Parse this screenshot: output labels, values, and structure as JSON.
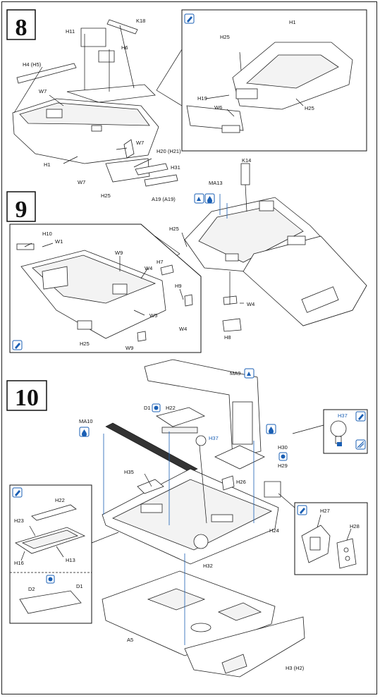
{
  "steps": [
    {
      "number": "8"
    },
    {
      "number": "9"
    },
    {
      "number": "10"
    }
  ],
  "step8": {
    "parts": [
      "H11",
      "K18",
      "H6",
      "H4 (H5)",
      "W7",
      "W7",
      "W7",
      "H1",
      "H20 (H21)",
      "H31",
      "H25",
      "A19 (A19)"
    ],
    "inset_parts": [
      "H1",
      "H25",
      "H19",
      "W6",
      "H25"
    ]
  },
  "step9": {
    "parts": [
      "K14",
      "MA13",
      "H25",
      "W4",
      "H8"
    ],
    "inset_parts": [
      "H10",
      "W1",
      "W9",
      "H7",
      "W4",
      "H9",
      "W5",
      "W4",
      "H25",
      "W9"
    ]
  },
  "step10": {
    "parts": [
      "MA9",
      "D1",
      "H22",
      "MA10",
      "H37",
      "H30",
      "H29",
      "H35",
      "H26",
      "H24",
      "H32",
      "A5",
      "H3 (H2)"
    ],
    "inset_left_parts": [
      "H22",
      "H23",
      "H16",
      "H13",
      "D2",
      "D1"
    ],
    "inset_right_parts": [
      "H27",
      "H28"
    ],
    "inset_h37": [
      "H37"
    ]
  },
  "icons": {
    "brush": "paint-brush-icon",
    "glue": "cement-drop-icon",
    "fold": "bend-icon",
    "both_sides": "both-sides-icon"
  },
  "colors": {
    "ink": "#111111",
    "accent": "#1a5fb4"
  }
}
